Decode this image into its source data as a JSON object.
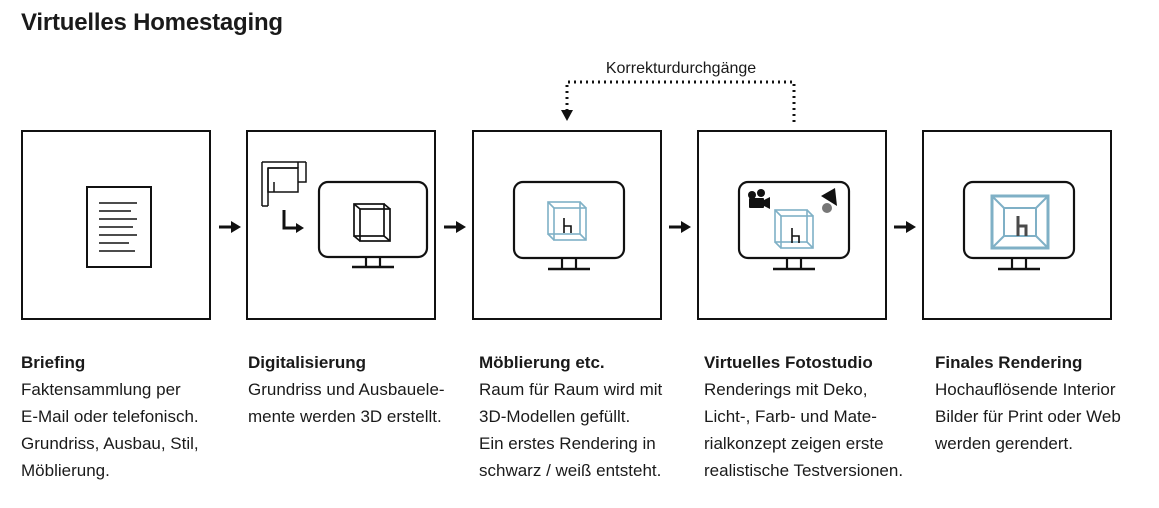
{
  "title": "Virtuelles Homestaging",
  "loop_label": "Korrekturdurchgänge",
  "colors": {
    "accent": "#7fb0c6",
    "ink": "#111111"
  },
  "steps": [
    {
      "heading": "Briefing",
      "text": "Faktensammlung per\nE-Mail oder telefonisch.\nGrundriss, Ausbau, Stil,\nMöblierung.",
      "icon": "document-icon"
    },
    {
      "heading": "Digitalisierung",
      "text": "Grundriss und Ausbauele-\nmente werden 3D erstellt.",
      "icon": "floorplan-to-3d-monitor-icon"
    },
    {
      "heading": "Möblierung etc.",
      "text": "Raum für Raum wird mit\n3D-Modellen gefüllt.\nEin erstes Rendering in\nschwarz / weiß entsteht.",
      "icon": "furnished-room-monitor-icon"
    },
    {
      "heading": "Virtuelles Fotostudio",
      "text": "Renderings mit Deko,\nLicht-, Farb- und Mate-\nrialkonzept zeigen erste\nrealistische Testversionen.",
      "icon": "photo-studio-monitor-icon"
    },
    {
      "heading": "Finales Rendering",
      "text": "Hochauflösende Interior\nBilder für Print oder Web\nwerden gerendert.",
      "icon": "final-render-monitor-icon"
    }
  ]
}
